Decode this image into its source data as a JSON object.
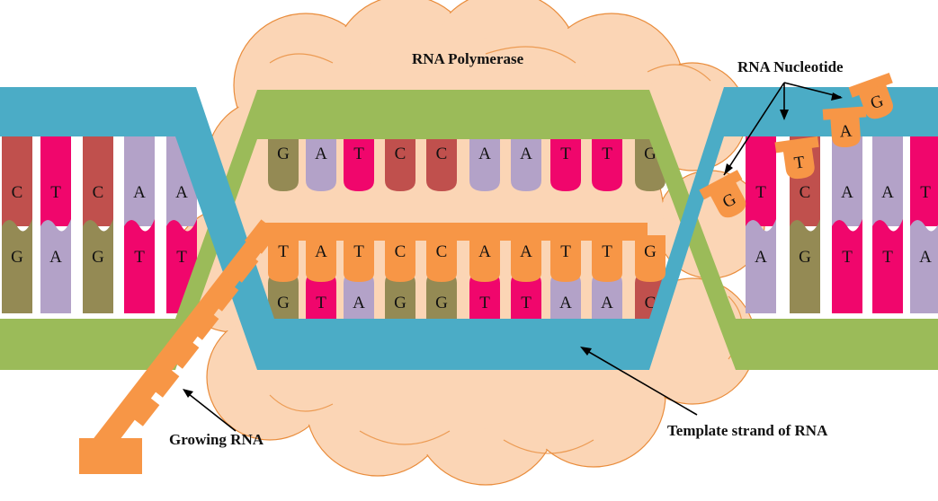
{
  "labels": {
    "polymerase": "RNA Polymerase",
    "nucleotide": "RNA Nucleotide",
    "growing_rna": "Growing RNA",
    "template": "Template strand of RNA"
  },
  "colors": {
    "A": "#b3a2c8",
    "T": "#f0066c",
    "C": "#c0504d",
    "G": "#948a54",
    "rna": "#f79646",
    "strand_blue": "#4bacc6",
    "strand_green": "#9bbb59",
    "polymerase": "#fbd5b5",
    "polymerase_outline": "#e98c3b"
  },
  "dna": {
    "left": {
      "top": [
        "C",
        "T",
        "C",
        "A",
        "A"
      ],
      "bottom": [
        "G",
        "A",
        "G",
        "T",
        "T"
      ]
    },
    "bubble": {
      "top": [
        "G",
        "A",
        "T",
        "C",
        "C",
        "A",
        "A",
        "T",
        "T",
        "G"
      ],
      "template": [
        "G",
        "T",
        "A",
        "G",
        "G",
        "T",
        "T",
        "A",
        "A",
        "C"
      ]
    },
    "right": {
      "top": [
        "T",
        "C",
        "A",
        "A",
        "T"
      ],
      "bottom": [
        "A",
        "G",
        "T",
        "T",
        "A"
      ]
    }
  },
  "rna": {
    "paired": [
      "T",
      "A",
      "T",
      "C",
      "C",
      "A",
      "A",
      "T",
      "T",
      "G"
    ],
    "free_nucleotides": [
      "G",
      "T",
      "A",
      "G"
    ]
  }
}
